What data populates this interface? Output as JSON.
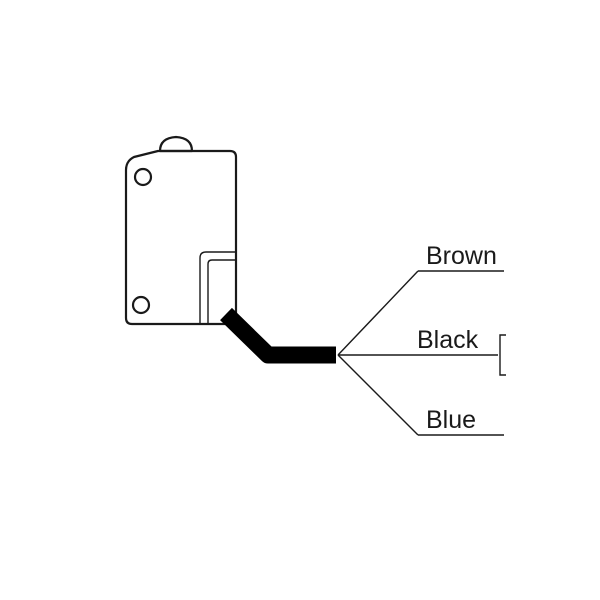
{
  "diagram": {
    "wires": [
      {
        "label": "Brown",
        "color": "#8b5a2b"
      },
      {
        "label": "Black",
        "color": "#000000"
      },
      {
        "label": "Blue",
        "color": "#1f4fd1"
      }
    ],
    "colors": {
      "body_fill": "#f2efed",
      "line": "#1a1a1a",
      "cable": "#000000"
    }
  }
}
